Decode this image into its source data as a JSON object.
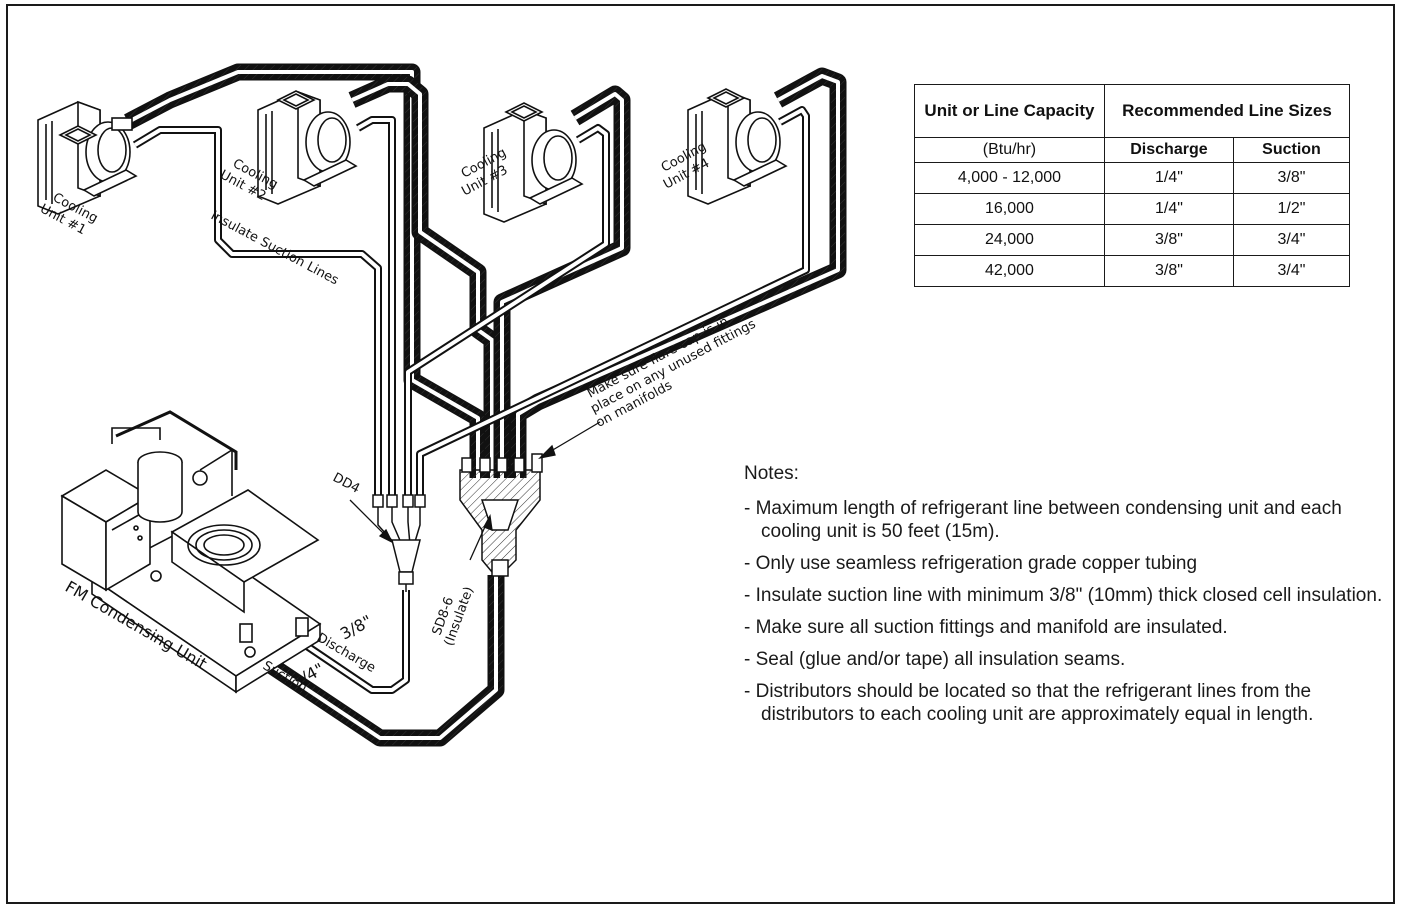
{
  "diagram": {
    "cooling_units": [
      {
        "label_line1": "Cooling",
        "label_line2": "Unit #1"
      },
      {
        "label_line1": "Cooling",
        "label_line2": "Unit #2"
      },
      {
        "label_line1": "Cooling",
        "label_line2": "Unit #3"
      },
      {
        "label_line1": "Cooling",
        "label_line2": "Unit #4"
      }
    ],
    "insulate_label": "Insulate Suction Lines",
    "flare_note": [
      "Make sure flare cap is in",
      "place on any unused fittings",
      "on manifolds"
    ],
    "dd4_label": "DD4",
    "sd_label_line1": "SD8-6",
    "sd_label_line2": "(Insulate)",
    "condensing_label": "FM Condensing Unit",
    "discharge_size": "3/8\"",
    "discharge_label": "Discharge",
    "suction_size": "3/4\"",
    "suction_label": "Suction"
  },
  "table": {
    "col1_header": "Unit or Line Capacity",
    "col1_sub": "(Btu/hr)",
    "group_header": "Recommended Line Sizes",
    "col2_header": "Discharge",
    "col3_header": "Suction",
    "rows": [
      {
        "capacity": "4,000 - 12,000",
        "discharge": "1/4\"",
        "suction": "3/8\""
      },
      {
        "capacity": "16,000",
        "discharge": "1/4\"",
        "suction": "1/2\""
      },
      {
        "capacity": "24,000",
        "discharge": "3/8\"",
        "suction": "3/4\""
      },
      {
        "capacity": "42,000",
        "discharge": "3/8\"",
        "suction": "3/4\""
      }
    ]
  },
  "notes": {
    "heading": "Notes:",
    "items": [
      "- Maximum length of refrigerant line between condensing unit and each cooling unit is 50 feet (15m).",
      "- Only use seamless refrigeration grade copper tubing",
      "- Insulate suction line with minimum 3/8\" (10mm) thick closed cell insulation.",
      "- Make sure all suction fittings and manifold are insulated.",
      "- Seal (glue and/or tape) all insulation seams.",
      "- Distributors should be located so that the refrigerant lines from the distributors to each cooling unit are approximately equal in length."
    ]
  }
}
